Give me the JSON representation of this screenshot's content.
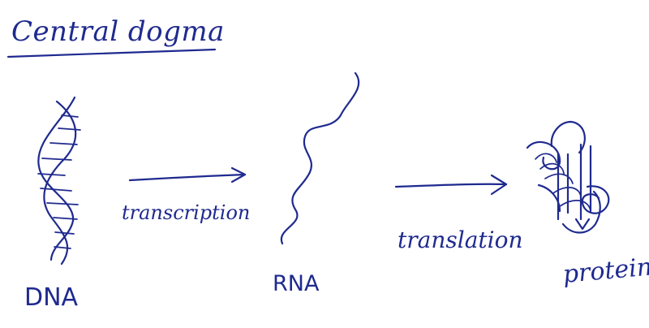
{
  "title": "Central dogma",
  "nodes": {
    "dna": "DNA",
    "rna": "RNA",
    "protein": "protein"
  },
  "arrows": {
    "transcription": "transcription",
    "translation": "translation"
  },
  "colors": {
    "ink": "#1f2a8f",
    "background": "#ffffff"
  }
}
